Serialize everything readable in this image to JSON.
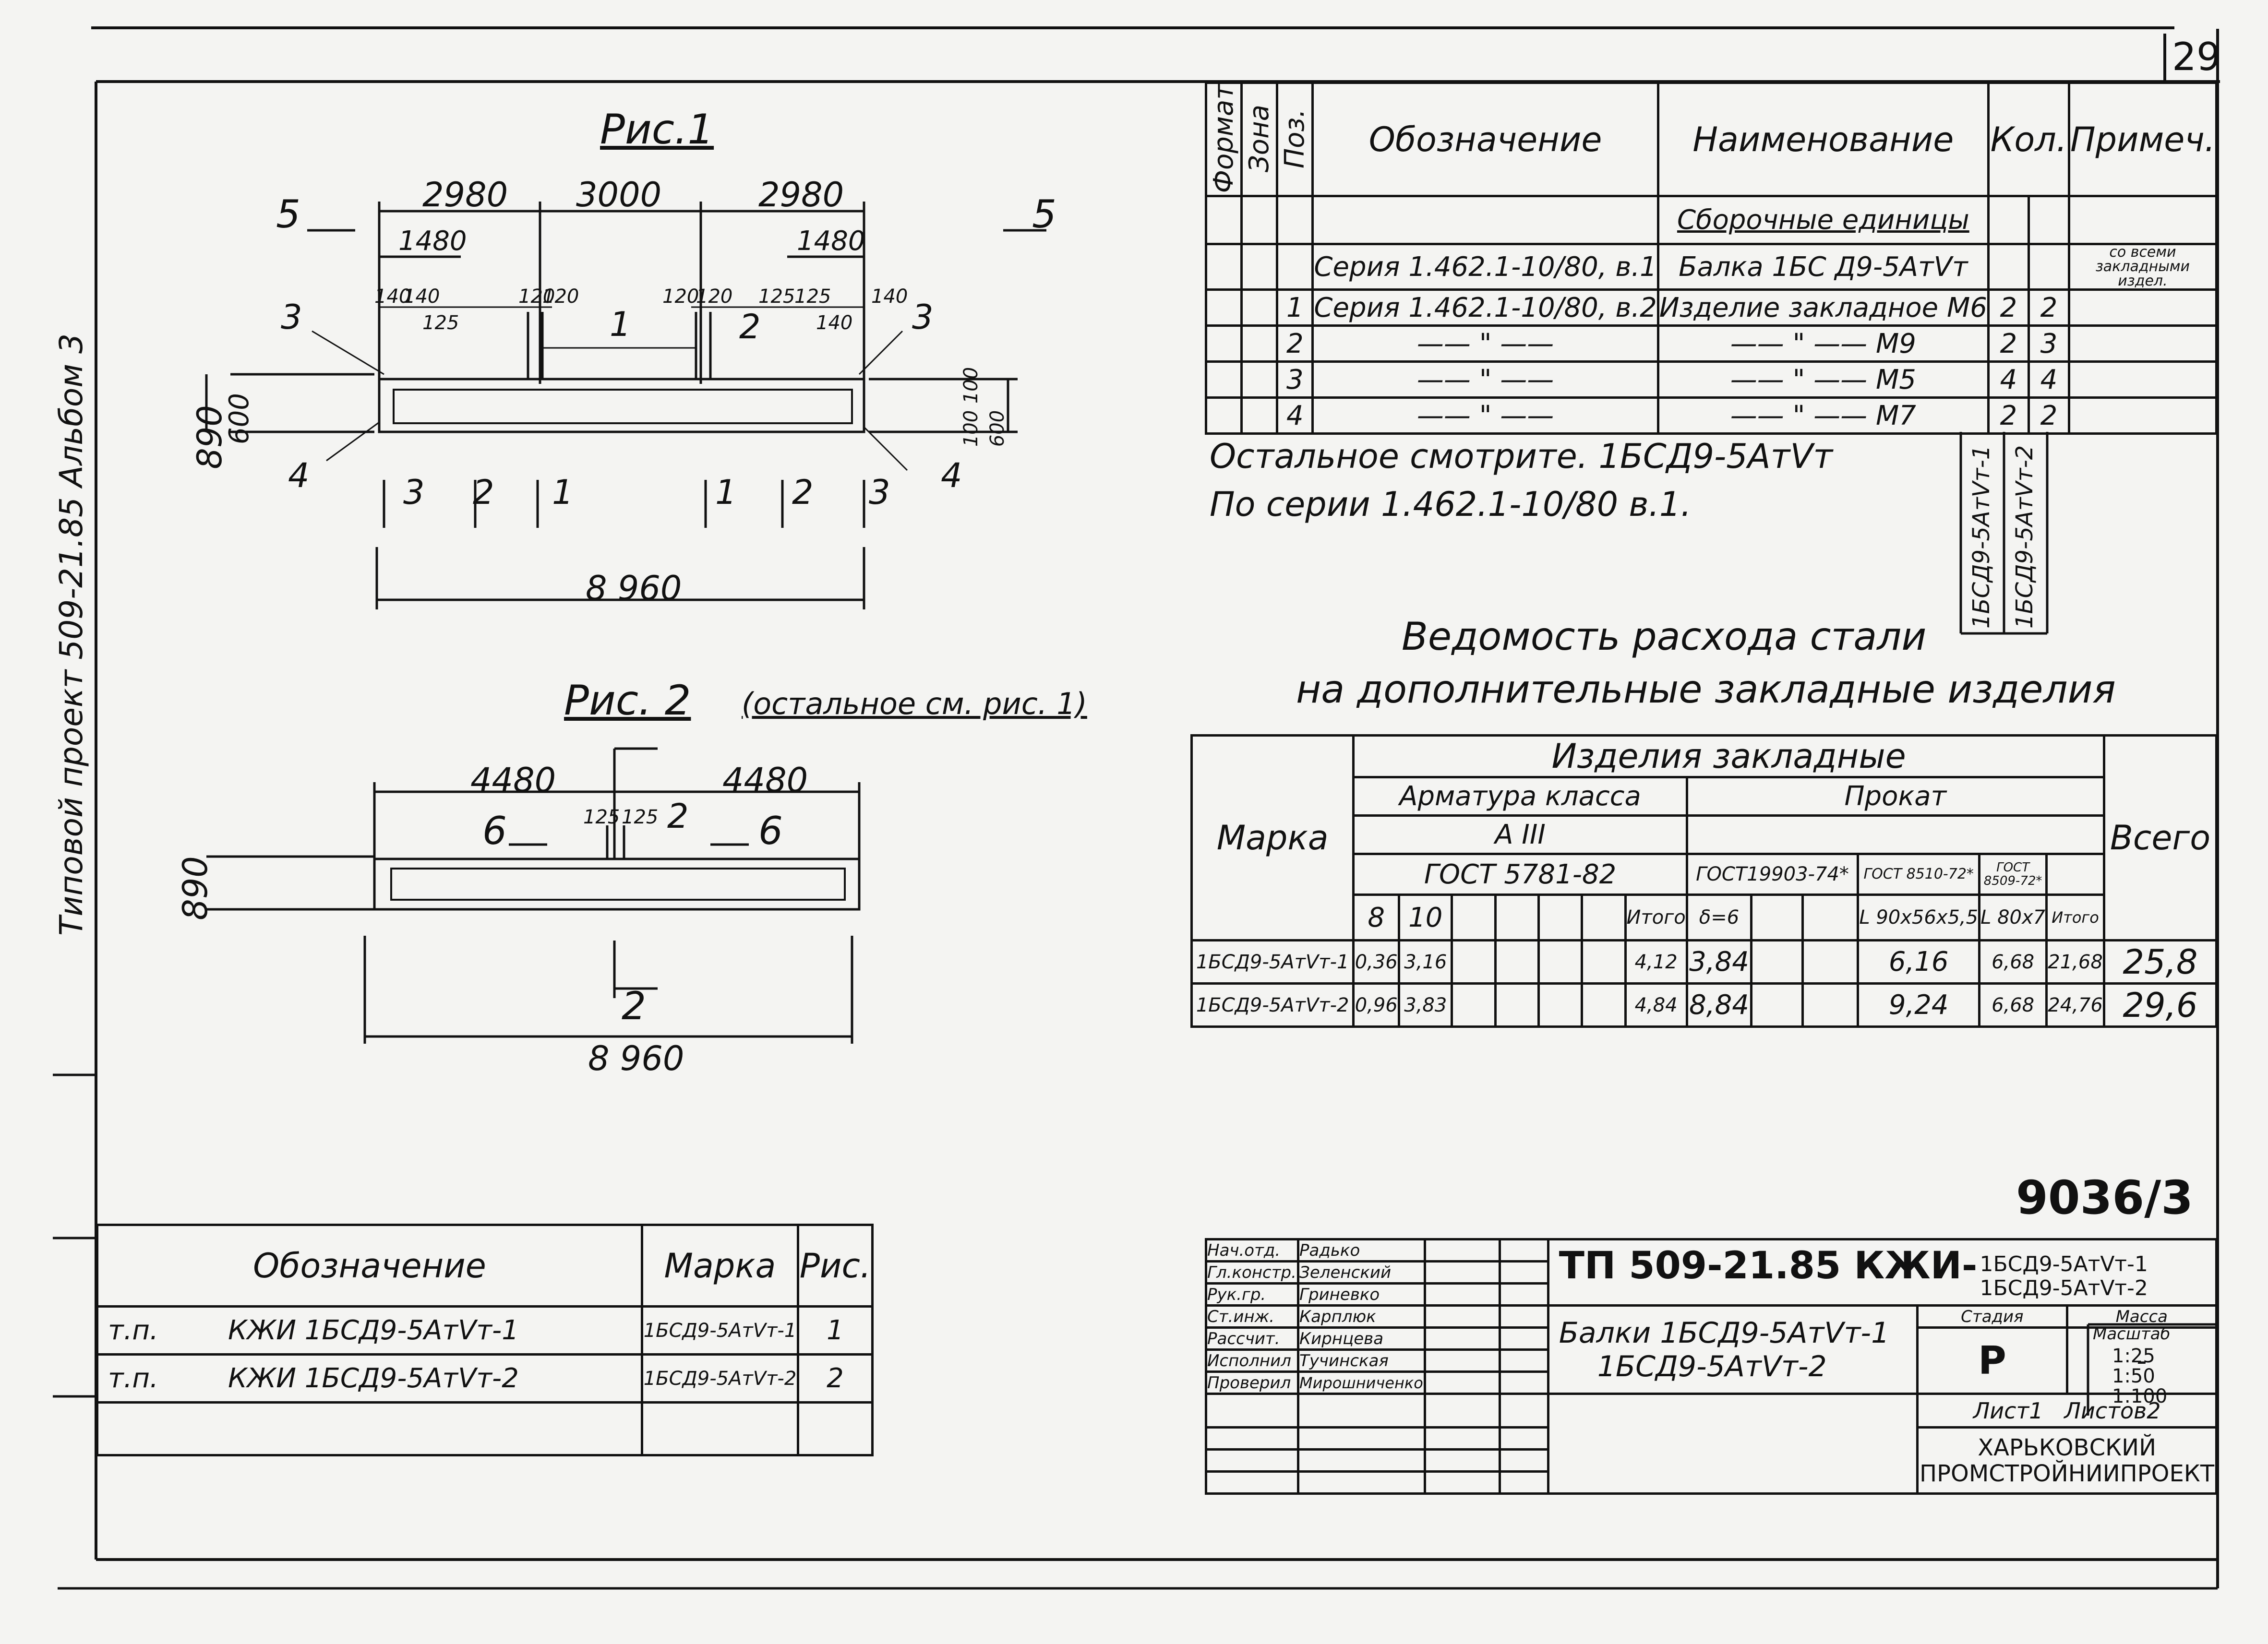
{
  "sheet": {
    "sheet_number": "29",
    "side_stamp": "Типовой проект 509-21.85 Альбом 3",
    "code": "9036/3"
  },
  "fig1": {
    "title": "Рис.1",
    "dims_top": [
      "2980",
      "3000",
      "2980"
    ],
    "dim_1480_left": "1480",
    "dim_1480_right": "1480",
    "small_dims_left": [
      "140",
      "140",
      "125",
      "120",
      "120"
    ],
    "small_dims_right": [
      "120",
      "120",
      "125",
      "125",
      "140",
      "140"
    ],
    "height_890": "890",
    "height_600": "600",
    "right_dims": [
      "100",
      "100",
      "600"
    ],
    "total_length": "8 960",
    "section_mark_5": "5",
    "positions": [
      "1",
      "2",
      "3",
      "4"
    ],
    "section_marks": [
      "3",
      "2",
      "1",
      "1",
      "2",
      "3"
    ]
  },
  "fig2": {
    "title": "Рис. 2",
    "note": "(остальное см. рис. 1)",
    "dim_left": "4480",
    "dim_right": "4480",
    "dim_125a": "125",
    "dim_125b": "125",
    "pos_2": "2",
    "height_890": "890",
    "total_length": "8 960",
    "section_mark_6": "6",
    "section_mark_2": "2"
  },
  "spec": {
    "headers": [
      "Формат",
      "Зона",
      "Поз.",
      "Обозначение",
      "Наименование",
      "Кол.",
      "Примеч."
    ],
    "section": "Сборочные единицы",
    "rows": [
      {
        "pos": "",
        "oboz": "Серия 1.462.1-10/80, в.1",
        "name": "Балка 1БС Д9-5АтVт",
        "q1": "",
        "q2": "",
        "note": "со всеми закладными издел."
      },
      {
        "pos": "1",
        "oboz": "Серия 1.462.1-10/80, в.2",
        "name": "Изделие закладное М6",
        "q1": "2",
        "q2": "2",
        "note": ""
      },
      {
        "pos": "2",
        "oboz": "—— \" ——",
        "name": "—— \" —— М9",
        "q1": "2",
        "q2": "3",
        "note": ""
      },
      {
        "pos": "3",
        "oboz": "—— \" ——",
        "name": "—— \" —— М5",
        "q1": "4",
        "q2": "4",
        "note": ""
      },
      {
        "pos": "4",
        "oboz": "—— \" ——",
        "name": "—— \" —— М7",
        "q1": "2",
        "q2": "2",
        "note": ""
      }
    ],
    "vertical_labels": [
      "1БСД9-5АтVт-1",
      "1БСД9-5АтVт-2"
    ],
    "remark_line1": "Остальное смотрите. 1БСД9-5АтVт",
    "remark_line2": "По серии 1.462.1-10/80 в.1."
  },
  "steel": {
    "title_line1": "Ведомость расхода стали",
    "title_line2": "на дополнительные закладные изделия",
    "h_marka": "Марка",
    "h_izdelia": "Изделия закладные",
    "h_armatura": "Арматура класса",
    "h_prokat": "Прокат",
    "h_a3": "А III",
    "h_gost5781": "ГОСТ 5781-82",
    "h_gost19903": "ГОСТ19903-74*",
    "h_gost8510": "ГОСТ 8510-72*",
    "h_gost8509": "ГОСТ 8509-72*",
    "h_vsego": "Всего",
    "h_8": "8",
    "h_10": "10",
    "h_itogo1": "Итого",
    "h_d6": "δ=6",
    "h_angle1": "L 90x56x5,5",
    "h_angle2": "L 80x7",
    "h_itogo2": "Итого",
    "rows": [
      {
        "marka": "1БСД9-5АтVт-1",
        "v8": "0,36",
        "v10": "3,16",
        "itogo": "4,12",
        "d6": "3,84",
        "a1": "6,16",
        "a2": "6,68",
        "it2": "21,68",
        "vsego": "25,8"
      },
      {
        "marka": "1БСД9-5АтVт-2",
        "v8": "0,96",
        "v10": "3,83",
        "itogo": "4,84",
        "d6": "8,84",
        "a1": "9,24",
        "a2": "6,68",
        "it2": "24,76",
        "vsego": "29,6"
      }
    ]
  },
  "list": {
    "headers": [
      "Обозначение",
      "Марка",
      "Рис."
    ],
    "rows": [
      {
        "prefix": "т.п.",
        "oboz": "КЖИ 1БСД9-5АтVт-1",
        "marka": "1БСД9-5АтVт-1",
        "ris": "1"
      },
      {
        "prefix": "т.п.",
        "oboz": "КЖИ 1БСД9-5АтVт-2",
        "marka": "1БСД9-5АтVт-2",
        "ris": "2"
      }
    ]
  },
  "stamp": {
    "people": [
      {
        "role": "Нач.отд.",
        "name": "Радько"
      },
      {
        "role": "Гл.констр.",
        "name": "Зеленский"
      },
      {
        "role": "Рук.гр.",
        "name": "Гриневко"
      },
      {
        "role": "Ст.инж.",
        "name": "Карплюк"
      },
      {
        "role": "Рассчит.",
        "name": "Кирнцева"
      },
      {
        "role": "Исполнил",
        "name": "Тучинская"
      },
      {
        "role": "Проверил",
        "name": "Мирошниченко"
      }
    ],
    "project": "ТП 509-21.85 КЖИ-",
    "marks": [
      "1БСД9-5АтVт-1",
      "1БСД9-5АтVт-2"
    ],
    "title_line1": "Балки 1БСД9-5АтVт-1",
    "title_line2": "1БСД9-5АтVт-2",
    "h_stadia": "Стадия",
    "h_massa": "Масса",
    "h_masshtab": "Масштаб",
    "stadia": "Р",
    "massa": "-",
    "scales": [
      "1:25",
      "1:50",
      "1:100"
    ],
    "sheet": "Лист1",
    "sheets": "Листов2",
    "org_line1": "ХАРЬКОВСКИЙ",
    "org_line2": "ПРОМСТРОЙНИИПРОЕКТ"
  }
}
